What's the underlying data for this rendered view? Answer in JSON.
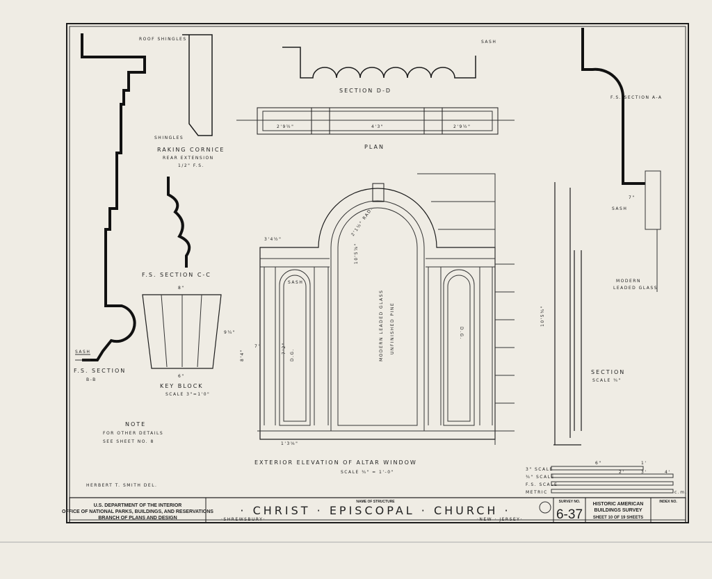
{
  "details": {
    "raking_cornice": {
      "roof_shingles": "ROOF SHINGLES",
      "shingles": "SHINGLES",
      "title": "RAKING CORNICE",
      "subtitle": "REAR EXTENSION",
      "scale": "1/2\" F.S."
    },
    "section_dd": {
      "title": "SECTION D-D",
      "sash": "SASH"
    },
    "plan": {
      "title": "PLAN",
      "dim_left": "2'9½\"",
      "dim_center": "4'3\"",
      "dim_right": "2'9½\""
    },
    "section_aa": {
      "title": "F.S. SECTION A-A",
      "sash": "SASH",
      "dim": "7\"",
      "glass": "MODERN",
      "glass2": "LEADED GLASS"
    },
    "section_cc": {
      "title": "F.S. SECTION C-C"
    },
    "key_block": {
      "top": "8\"",
      "side": "9¼\"",
      "bottom": "6\"",
      "title": "KEY BLOCK",
      "scale": "SCALE 3\"=1'0\""
    },
    "section_bb": {
      "title": "F.S. SECTION",
      "sub": "B-B",
      "sash": "SASH"
    },
    "note": {
      "title": "NOTE",
      "line1": "FOR OTHER DETAILS",
      "line2": "SEE SHEET NO. 8"
    },
    "delineator": "HERBERT T. SMITH DEL."
  },
  "elevation": {
    "title": "EXTERIOR ELEVATION OF ALTAR WINDOW",
    "scale": "SCALE ¾\" = 1'-0\"",
    "glass": "MODERN LEADED GLASS",
    "glass2": "UNFINISHED PINE",
    "dim_width": "3'4½\"",
    "dim_radius": "2'1½\" RAD.",
    "dim_center": "10'5⅞\"",
    "dim_total": "10'5¾\"",
    "dim_side": "8'4\"",
    "dim_7": "7'",
    "dim_72": "7'2\"",
    "dg_left": "D.G.",
    "dg_right": "D.G.",
    "sash": "SASH",
    "sill": "1'3⅛\""
  },
  "section": {
    "title": "SECTION",
    "scale": "SCALE ¾\""
  },
  "scales": {
    "s3": "3\" SCALE",
    "s34": "¾\" SCALE",
    "fs": "F.S. SCALE",
    "metric": "METRIC",
    "t6": "6\"",
    "t1": "1'",
    "t2": "2'",
    "t3": "3'",
    "t4": "4'",
    "cm": "c.m."
  },
  "title_block": {
    "dept1": "U.S. DEPARTMENT OF THE INTERIOR",
    "dept2": "OFFICE OF NATIONAL PARKS, BUILDINGS, AND RESERVATIONS",
    "dept3": "BRANCH OF PLANS AND DESIGN",
    "name_label": "NAME OF STRUCTURE",
    "name": "· CHRIST · EPISCOPAL · CHURCH ·",
    "town": "·SHREWSBURY·",
    "state": "·NEW · JERSEY·",
    "survey_label": "SURVEY NO.",
    "survey_no": "6-37",
    "habs1": "HISTORIC AMERICAN",
    "habs2": "BUILDINGS SURVEY",
    "sheet": "SHEET 10 OF 19 SHEETS",
    "index_label": "INDEX NO."
  }
}
